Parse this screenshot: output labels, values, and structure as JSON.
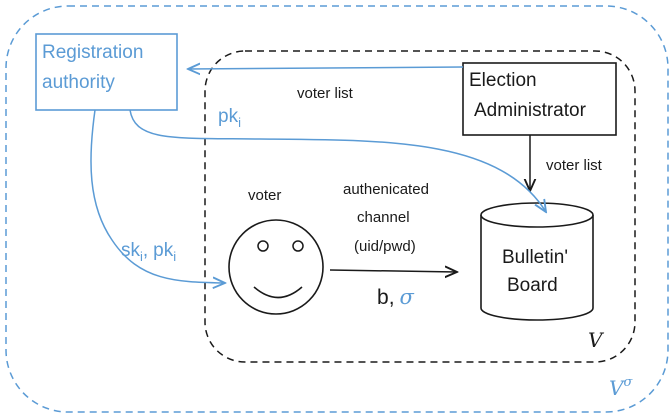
{
  "colors": {
    "blue": "#5b9bd5",
    "black": "#1a1a1a",
    "background": "#ffffff"
  },
  "nodes": {
    "registration_authority": {
      "line1": "Registration",
      "line2": "authority"
    },
    "election_administrator": {
      "line1": "Election",
      "line2": "Administrator"
    },
    "voter": {
      "label": "voter"
    },
    "bulletin_board": {
      "line1": "Bulletin'",
      "line2": "Board"
    }
  },
  "edges": {
    "admin_to_registration": {
      "label": "voter list"
    },
    "admin_to_board": {
      "label": "voter list"
    },
    "registration_to_board": {
      "label_main": "pk",
      "label_sub": "i"
    },
    "registration_to_voter": {
      "label_sk": "sk",
      "label_sk_sub": "i",
      "label_sep": ",",
      "label_pk": "pk",
      "label_pk_sub": "i"
    },
    "voter_to_board": {
      "channel_line1": "authenicated",
      "channel_line2": "channel",
      "channel_line3": "(uid/pwd)",
      "payload_b": "b",
      "payload_sep": ",",
      "payload_sigma": "σ"
    }
  },
  "regions": {
    "inner": {
      "label": "V"
    },
    "outer": {
      "label_main": "V",
      "label_sup": "σ"
    }
  }
}
